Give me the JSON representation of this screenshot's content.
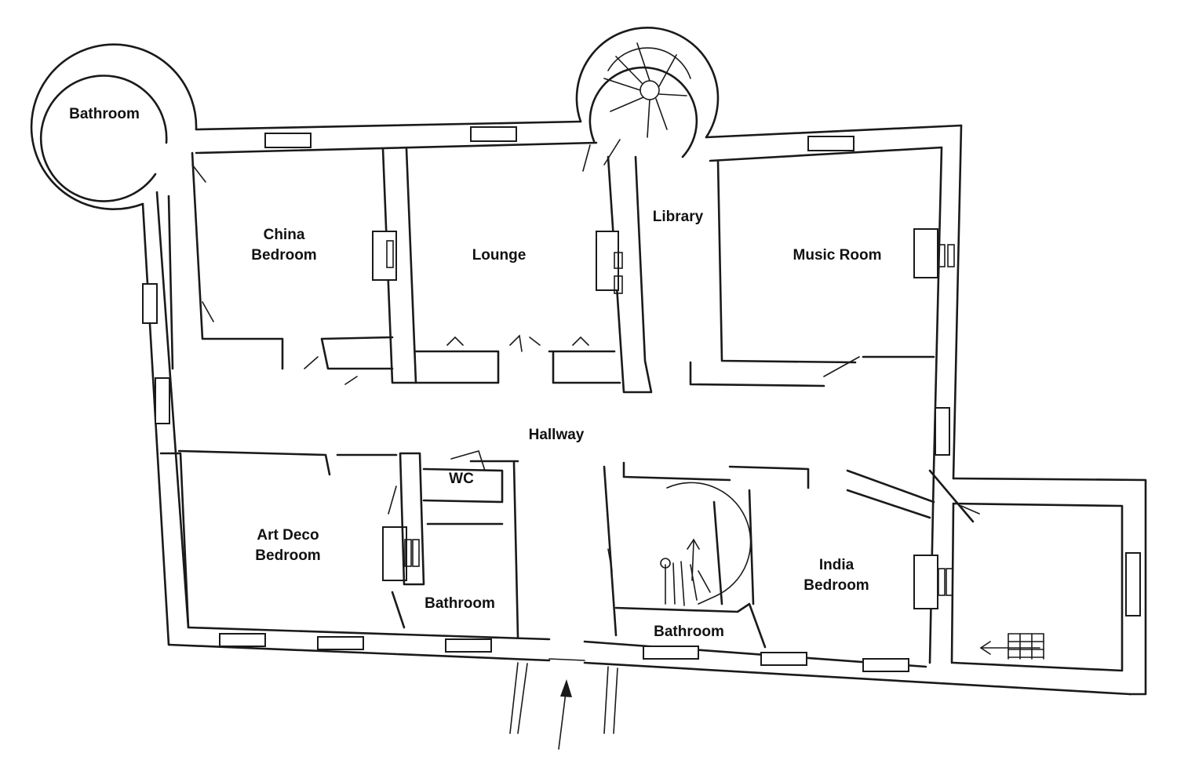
{
  "rooms": {
    "bathroom_tower": "Bathroom",
    "china_bedroom_1": "China",
    "china_bedroom_2": "Bedroom",
    "lounge": "Lounge",
    "library": "Library",
    "music_room": "Music Room",
    "hallway": "Hallway",
    "wc": "WC",
    "art_deco_1": "Art Deco",
    "art_deco_2": "Bedroom",
    "bathroom_left": "Bathroom",
    "bathroom_center": "Bathroom",
    "india_1": "India",
    "india_2": "Bedroom"
  },
  "icons": {
    "entrance": "arrow-up-icon",
    "spiral_stair": "spiral-staircase-icon",
    "inner_stair": "staircase-icon",
    "side_stair": "stairs-arrow-icon"
  },
  "colors": {
    "ink": "#1a1a1a",
    "paper": "#ffffff"
  }
}
